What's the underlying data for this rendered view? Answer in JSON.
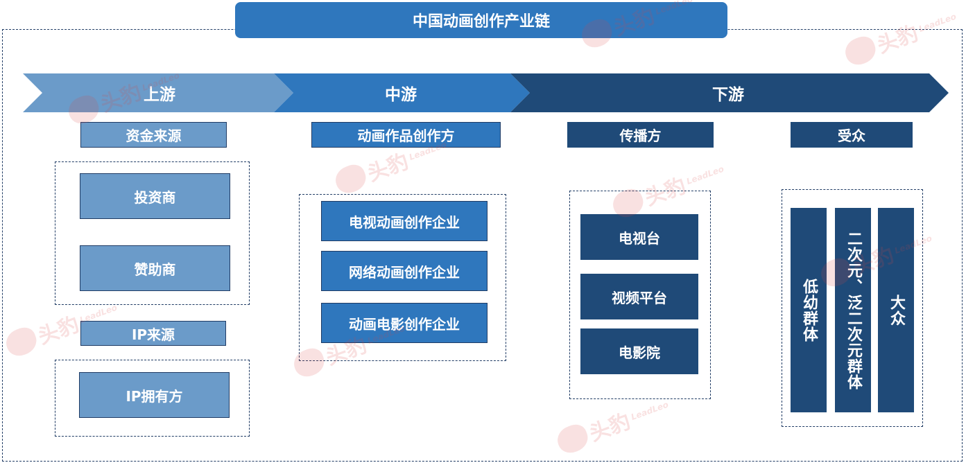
{
  "title": "中国动画创作产业链",
  "stages": {
    "upstream": "上游",
    "midstream": "中游",
    "downstream": "下游"
  },
  "upstream": {
    "funding_header": "资金来源",
    "funding_items": [
      "投资商",
      "赞助商"
    ],
    "ip_header": "IP来源",
    "ip_items": [
      "IP拥有方"
    ]
  },
  "midstream": {
    "header": "动画作品创作方",
    "items": [
      "电视动画创作企业",
      "网络动画创作企业",
      "动画电影创作企业"
    ]
  },
  "downstream": {
    "channel_header": "传播方",
    "channel_items": [
      "电视台",
      "视频平台",
      "电影院"
    ],
    "audience_header": "受众",
    "audience_items": [
      "低幼群体",
      "二次元、泛二次元群体",
      "大众"
    ]
  },
  "watermark": {
    "text": "头豹",
    "sub": "LeadLeo"
  },
  "colors": {
    "upstream": "#6b9bc9",
    "midstream": "#2f77bd",
    "downstream": "#1f4a78",
    "border": "#1f3b64"
  }
}
